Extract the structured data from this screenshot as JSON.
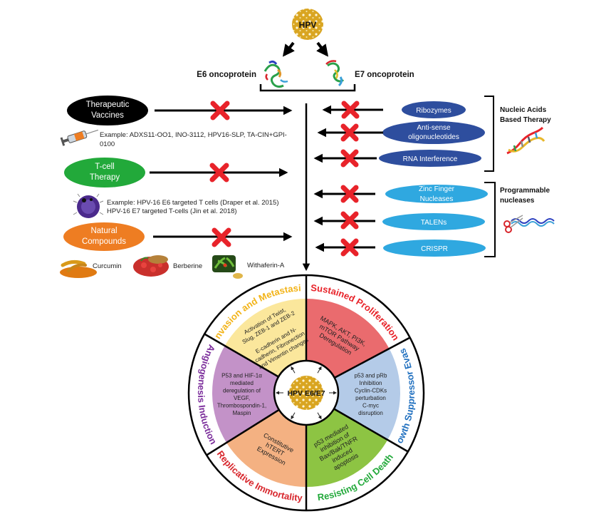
{
  "top": {
    "virus_label": "HPV",
    "e6_label": "E6 oncoprotein",
    "e7_label": "E7 oncoprotein"
  },
  "left_therapies": [
    {
      "name_lines": [
        "Therapeutic",
        "Vaccines"
      ],
      "color": "#000000",
      "text_color": "#ffffff",
      "example_lines": [
        "Example: ADXS11-OO1, INO-3112, HPV16-SLP,  TA-CIN+GPI-",
        "0100"
      ],
      "icon": "syringe-icon",
      "blocked": true
    },
    {
      "name_lines": [
        "T-cell",
        "Therapy"
      ],
      "color": "#22a93a",
      "text_color": "#ffffff",
      "example_lines": [
        "Example: HPV-16 E6 targeted T cells (Draper et al. 2015)",
        "HPV-16 E7 targeted T-cells (Jin et al. 2018)"
      ],
      "icon": "t-cell-icon",
      "blocked": true
    },
    {
      "name_lines": [
        "Natural",
        "Compounds"
      ],
      "color": "#ee7d22",
      "text_color": "#ffffff",
      "compounds": [
        "Curcumin",
        "Berberine",
        "Withaferin-A"
      ],
      "icons": [
        "turmeric-icon",
        "berries-icon",
        "plant-icon"
      ],
      "blocked": true
    }
  ],
  "right_groups": [
    {
      "title_lines": [
        "Nucleic Acids",
        "Based Therapy"
      ],
      "icon": "dna-helix-icon",
      "color": "#2e4e9e",
      "items": [
        {
          "lines": [
            "Ribozymes"
          ],
          "blocked": true
        },
        {
          "lines": [
            "Anti-sense",
            "oligonucleotides"
          ],
          "blocked": true
        },
        {
          "lines": [
            "RNA Interference"
          ],
          "blocked": true
        }
      ]
    },
    {
      "title_lines": [
        "Programmable",
        "nucleases"
      ],
      "icon": "scissors-dna-icon",
      "color": "#2fa8e0",
      "items": [
        {
          "lines": [
            "Zinc Finger",
            "Nucleases"
          ],
          "blocked": true
        },
        {
          "lines": [
            "TALENs"
          ],
          "blocked": true
        },
        {
          "lines": [
            "CRISPR"
          ],
          "blocked": true
        }
      ]
    }
  ],
  "wheel": {
    "center_label": "HPV E6/E7",
    "segments": [
      {
        "title": "Sustained Proliferation",
        "title_color": "#e8232a",
        "fill": "#ea6b6e",
        "body_lines": [
          "MAPK, AKT, PI3K,",
          "mTOR Pathway",
          "Deregulation"
        ]
      },
      {
        "title": "Growth Suppressor Evasion",
        "title_color": "#1f6fbf",
        "fill": "#b4cbe8",
        "body_lines": [
          "p53 and pRb",
          "Inhibition",
          "Cyclin-CDKs",
          "perturbation",
          "C-myc",
          "disruption"
        ]
      },
      {
        "title": "Resisting Cell Death",
        "title_color": "#22a93a",
        "fill": "#8dc443",
        "body_lines": [
          "p53 mediated",
          "inhibition of",
          "Bax/Bak/TNFR",
          "induced",
          "apoptosis"
        ]
      },
      {
        "title": "Replicative Immortality",
        "title_color": "#d8262c",
        "fill": "#f4b182",
        "body_lines": [
          "Constitutive",
          "hTERT",
          "Expression"
        ]
      },
      {
        "title": "Angiogenesis Induction",
        "title_color": "#7b2d9b",
        "fill": "#c392c8",
        "body_lines": [
          "P53 and HIF-1α",
          "mediated",
          "deregulation of",
          "VEGF,",
          "Thrombospondin-1,",
          "Maspin"
        ]
      },
      {
        "title": "Invasion and Metastasis",
        "title_color": "#f2b317",
        "fill": "#fbe79c",
        "body_lines": [
          "Activation of Twist,",
          "Slug, ZEB-1 and ZEB-2",
          "",
          "E-cadherin and N-",
          "cadherin, Fibronection",
          "and Vimentin changes"
        ]
      }
    ]
  },
  "colors": {
    "block_x": "#e8232a",
    "virus_gold": "#d9a521",
    "arrow": "#000000"
  }
}
